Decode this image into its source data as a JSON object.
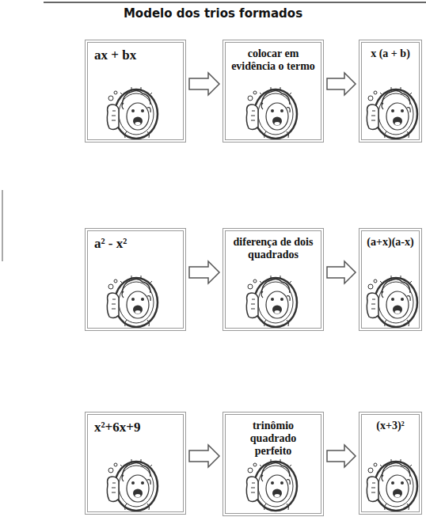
{
  "diagram": {
    "title": "Modelo dos trios formados",
    "nodes": [
      {
        "text": [
          "ax + bx"
        ]
      },
      {
        "text": [
          "colocar em evidência o termo"
        ]
      },
      {
        "text": [
          "x (a + b)"
        ]
      },
      {
        "text": [
          "a² - x²"
        ]
      },
      {
        "text": [
          "diferença de dois quadrados"
        ]
      },
      {
        "text": [
          "(a+x)(a-x)"
        ]
      },
      {
        "text": [
          "x²+6x+9"
        ]
      },
      {
        "text": [
          "trinômio quadrado perfeito"
        ]
      },
      {
        "text": [
          "(x+3)²"
        ]
      }
    ],
    "edges": [
      {
        "from": 0,
        "to": 1,
        "arrow": "to"
      },
      {
        "from": 1,
        "to": 2,
        "arrow": "to"
      },
      {
        "from": 3,
        "to": 4,
        "arrow": "to"
      },
      {
        "from": 4,
        "to": 5,
        "arrow": "to"
      },
      {
        "from": 6,
        "to": 7,
        "arrow": "to"
      },
      {
        "from": 7,
        "to": 8,
        "arrow": "to"
      }
    ]
  }
}
